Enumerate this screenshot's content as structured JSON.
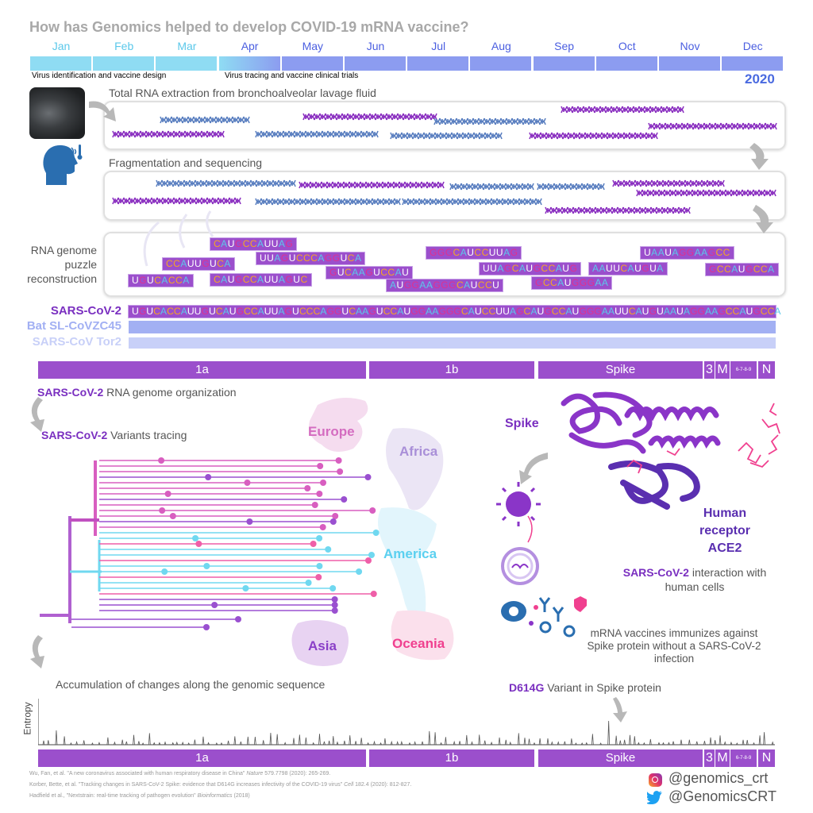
{
  "title": "How has Genomics helped to develop COVID-19 mRNA vaccine?",
  "timeline": {
    "months": [
      {
        "label": "Jan",
        "phase": 1
      },
      {
        "label": "Feb",
        "phase": 1
      },
      {
        "label": "Mar",
        "phase": 1
      },
      {
        "label": "Apr",
        "phase": 2
      },
      {
        "label": "May",
        "phase": 2
      },
      {
        "label": "Jun",
        "phase": 2
      },
      {
        "label": "Jul",
        "phase": 2
      },
      {
        "label": "Aug",
        "phase": 2
      },
      {
        "label": "Sep",
        "phase": 2
      },
      {
        "label": "Oct",
        "phase": 2
      },
      {
        "label": "Nov",
        "phase": 2
      },
      {
        "label": "Dec",
        "phase": 2
      }
    ],
    "phase1_caption": "Virus identification  and vaccine design",
    "phase2_caption": "Virus tracing and vaccine clinical  trials",
    "year": "2020",
    "colors": {
      "phase1": "#8fdcf3",
      "phase2": "#8c9cf0",
      "phase1_text": "#5bc8ea",
      "phase2_text": "#4a5ee0"
    }
  },
  "steps": {
    "extraction": "Total RNA extraction from  bronchoalveolar lavage fluid",
    "fragmentation": "Fragmentation and sequencing",
    "puzzle": "RNA genome puzzle reconstruction"
  },
  "fragments": [
    "CAUGCCAUUAG",
    "UUAGUCCCAGGUCA",
    "CCAUUGUCA",
    "UGUCACCA",
    "CAUGCCAUUAGUC",
    "GUCAAGUCCAU",
    "AUGGAAGGGCAUCCU",
    "GGGCAUCCUUAG",
    "UUAGCAUGCCAUG",
    "GCCAUGGGAA",
    "AAUUCAUGUA",
    "UAAUAGGAAGCC",
    "GCCAUGCCA"
  ],
  "nucleotide_colors": {
    "U": "#ffffff",
    "G": "#e0308f",
    "C": "#f5a623",
    "A": "#5bc8ea"
  },
  "genomes": [
    {
      "label": "SARS-CoV-2",
      "sequence": "UGUCACCAUUGUCAUGCCAUUAGUCCCAGGUCAAGUCCAUGGAAGGGCAUCCUUAGCAUGCCAUGGGAAUUCAUGUAAUAGGAAGCCAUGCCA",
      "color": "#7a2fc0"
    },
    {
      "label": "Bat SL-CoVZC45",
      "color": "#a2b0f3"
    },
    {
      "label": "SARS-CoV Tor2",
      "color": "#c8d0f8"
    }
  ],
  "genome_segments": [
    "1a",
    "1b",
    "Spike",
    "3",
    "M",
    "6-7-8-9",
    "N"
  ],
  "organization": {
    "virus": "SARS-CoV-2",
    "text": " RNA genome organization"
  },
  "variants": {
    "virus": "SARS-CoV-2",
    "text": " Variants tracing"
  },
  "regions": [
    {
      "label": "Europe",
      "color": "#d46cc0"
    },
    {
      "label": "Africa",
      "color": "#a98fd8"
    },
    {
      "label": "America",
      "color": "#5bd0f0"
    },
    {
      "label": "Asia",
      "color": "#8a3fc8"
    },
    {
      "label": "Oceania",
      "color": "#f0408f"
    }
  ],
  "spike_label": "Spike",
  "ace2_label": [
    "Human",
    "receptor",
    "ACE2"
  ],
  "interaction": {
    "virus": "SARS-CoV-2",
    "text": " interaction with",
    "line2": "human cells"
  },
  "vaccine_text": [
    "mRNA vaccines immunizes against",
    "Spike protein without a SARS-CoV-2",
    "infection"
  ],
  "accumulation": "Accumulation of changes along the genomic sequence",
  "d614g": {
    "variant": "D614G",
    "text": " Variant in Spike protein"
  },
  "entropy_label": "Entropy",
  "references": [
    {
      "text": "Wu, Fan, et al. \"A new coronavirus associated with human respiratory disease in China\" ",
      "journal": "Nature",
      "rest": " 579.7798 (2020): 265-269."
    },
    {
      "text": "Korber, Bette, et al. \"Tracking changes in SARS-CoV-2 Spike: evidence that D614G increases infectivity of the COVID-19 virus\" ",
      "journal": "Cell",
      "rest": " 182.4 (2020): 812-827."
    },
    {
      "text": "Hadfield et al., \"Nextstrain: real-time tracking of pathogen evolution\" ",
      "journal": "Bioinformatics",
      "rest": " (2018)"
    }
  ],
  "social": {
    "instagram": "@genomics_crt",
    "twitter": "@GenomicsCRT"
  }
}
